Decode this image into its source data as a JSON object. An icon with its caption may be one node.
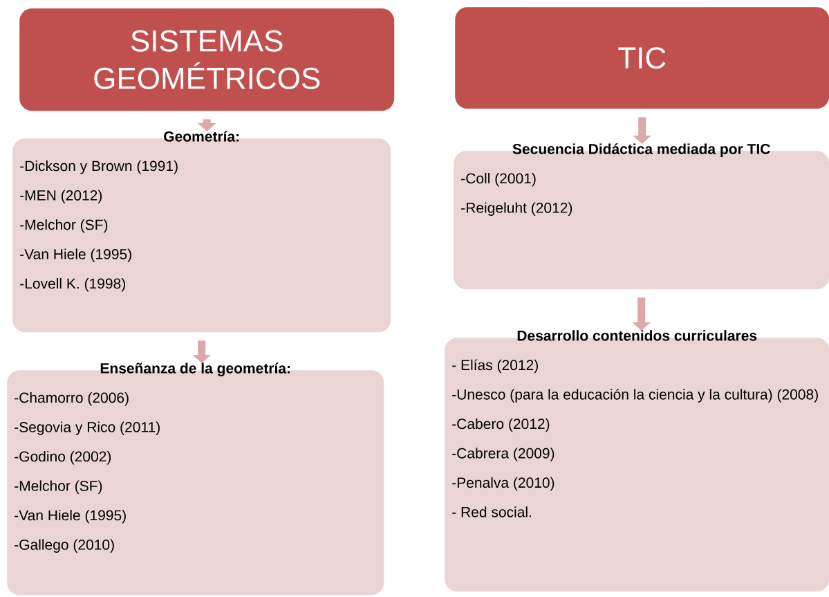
{
  "diagram": {
    "nodes": [
      {
        "text": [
          "SISTEMAS GEOMÉTRICOS"
        ]
      },
      {
        "text": [
          "Geometría:",
          "-Dickson y Brown (1991)",
          "-MEN (2012)",
          "-Melchor (SF)",
          "-Van Hiele (1995)",
          "-Lovell K. (1998)"
        ]
      },
      {
        "text": [
          "Enseñanza de la geometría:",
          "-Chamorro (2006)",
          "-Segovia y Rico (2011)",
          "-Godino (2002)",
          "-Melchor (SF)",
          "-Van Hiele (1995)",
          "-Gallego (2010)"
        ]
      },
      {
        "text": [
          "TIC"
        ]
      },
      {
        "text": [
          "Secuencia Didáctica mediada por TIC",
          "-Coll (2001)",
          "-Reigeluht (2012)"
        ]
      },
      {
        "text": [
          "Desarrollo contenidos curriculares",
          "- Elías (2012)",
          "-Unesco (para la educación la ciencia y la cultura) (2008)",
          "-Cabero (2012)",
          "-Cabrera (2009)",
          "-Penalva (2010)",
          "- Red social."
        ]
      }
    ],
    "edges": [
      {
        "from": 0,
        "to": 1,
        "arrow": "to"
      },
      {
        "from": 1,
        "to": 2,
        "arrow": "to"
      },
      {
        "from": 3,
        "to": 4,
        "arrow": "to"
      },
      {
        "from": 4,
        "to": 5,
        "arrow": "to"
      }
    ]
  }
}
